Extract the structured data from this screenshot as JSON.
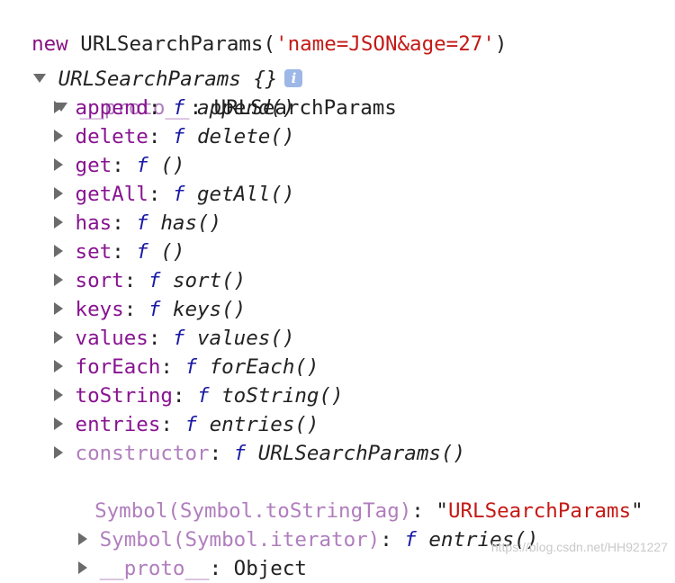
{
  "command": {
    "keyword": "new",
    "callee": "URLSearchParams(",
    "arg": "'name=JSON&age=27'",
    "close": ")"
  },
  "result": {
    "label": "URLSearchParams",
    "braces": "{}",
    "info_icon": "i"
  },
  "proto": {
    "key": "__proto__",
    "value": "URLSearchParams",
    "entries": [
      {
        "key": "append",
        "fn": "f",
        "name": "append()"
      },
      {
        "key": "delete",
        "fn": "f",
        "name": "delete()"
      },
      {
        "key": "get",
        "fn": "f",
        "name": "()"
      },
      {
        "key": "getAll",
        "fn": "f",
        "name": "getAll()"
      },
      {
        "key": "has",
        "fn": "f",
        "name": "has()"
      },
      {
        "key": "set",
        "fn": "f",
        "name": "()"
      },
      {
        "key": "sort",
        "fn": "f",
        "name": "sort()"
      },
      {
        "key": "keys",
        "fn": "f",
        "name": "keys()"
      },
      {
        "key": "values",
        "fn": "f",
        "name": "values()"
      },
      {
        "key": "forEach",
        "fn": "f",
        "name": "forEach()"
      },
      {
        "key": "toString",
        "fn": "f",
        "name": "toString()"
      },
      {
        "key": "entries",
        "fn": "f",
        "name": "entries()"
      },
      {
        "key": "constructor",
        "fn": "f",
        "name": "URLSearchParams()"
      }
    ],
    "tag": {
      "key": "Symbol(Symbol.toStringTag)",
      "value": "URLSearchParams"
    },
    "iterator": {
      "key": "Symbol(Symbol.iterator)",
      "fn": "f",
      "name": "entries()"
    },
    "inner_proto": {
      "key": "__proto__",
      "value": "Object"
    }
  },
  "watermark": "https://blog.csdn.net/HH921227"
}
